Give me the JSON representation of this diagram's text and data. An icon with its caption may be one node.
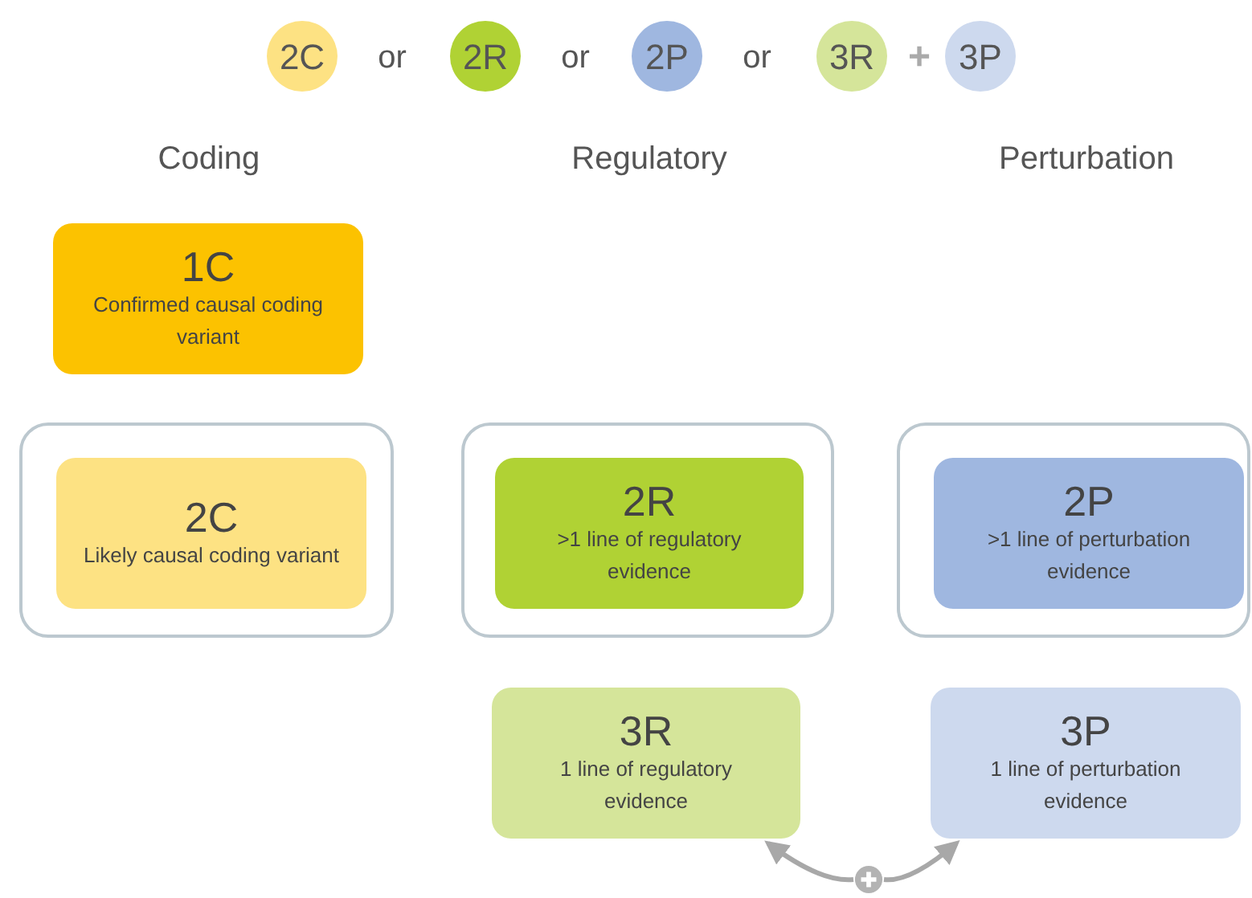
{
  "diagram": {
    "nodes": [
      {
        "text": [
          "2C"
        ]
      },
      {
        "text": [
          "2R"
        ]
      },
      {
        "text": [
          "2P"
        ]
      },
      {
        "text": [
          "3R"
        ]
      },
      {
        "text": [
          "3P"
        ]
      },
      {
        "text": [
          "1C",
          "Confirmed causal coding variant"
        ]
      },
      {
        "text": [],
        "shape": "box"
      },
      {
        "text": [
          "2C",
          "Likely causal coding variant"
        ],
        "in": 6
      },
      {
        "text": [],
        "shape": "box"
      },
      {
        "text": [
          "2R",
          ">1 line of regulatory evidence"
        ],
        "in": 8
      },
      {
        "text": [],
        "shape": "box"
      },
      {
        "text": [
          "2P",
          ">1 line of perturbation evidence"
        ],
        "in": 10
      },
      {
        "text": [
          "3R",
          "1 line of regulatory evidence"
        ]
      },
      {
        "text": [
          "3P",
          "1 line of perturbation evidence"
        ]
      },
      {
        "text": [],
        "shape": "circle"
      }
    ],
    "edges": [
      {
        "from": 14,
        "to": 12,
        "arrow": "to"
      },
      {
        "from": 14,
        "to": 13,
        "arrow": "to"
      }
    ],
    "labels": [
      "or",
      "or",
      "or",
      "+",
      "Coding",
      "Regulatory",
      "Perturbation"
    ]
  }
}
